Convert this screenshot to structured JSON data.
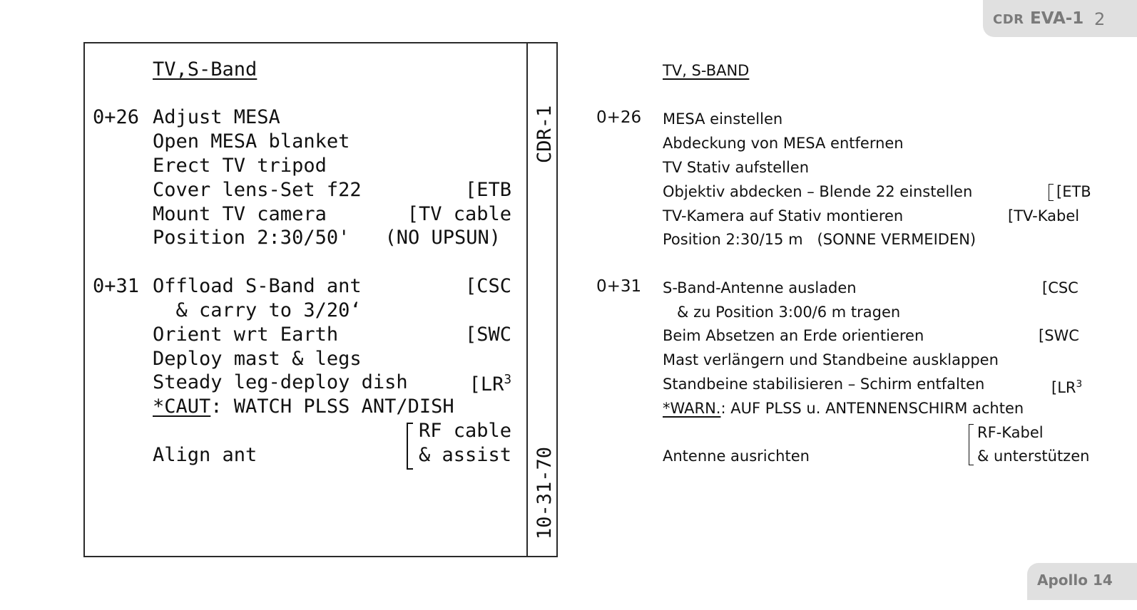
{
  "header": {
    "role": "CDR",
    "section": "EVA-1",
    "page": "2"
  },
  "footer": {
    "mission": "Apollo 14"
  },
  "cuff": {
    "title": "TV,S-Band",
    "side_top": "CDR-1",
    "side_bottom": "10-31-70",
    "blocks": [
      {
        "time": "0+26",
        "lines": [
          {
            "text": "Adjust MESA",
            "note": ""
          },
          {
            "text": "Open MESA blanket",
            "note": ""
          },
          {
            "text": "Erect TV tripod",
            "note": ""
          },
          {
            "text": "Cover lens-Set f22",
            "note": "[ETB"
          },
          {
            "text": "Mount TV camera",
            "note": "[TV cable"
          },
          {
            "text": "Position 2:30/50'",
            "note": "(NO UPSUN)"
          }
        ]
      },
      {
        "time": "0+31",
        "lines": [
          {
            "text": "Offload S-Band ant",
            "note": "[CSC"
          },
          {
            "text": "  & carry to 3/20‘",
            "note": ""
          },
          {
            "text": "Orient wrt Earth",
            "note": "[SWC"
          },
          {
            "text": "Deploy mast & legs",
            "note": ""
          },
          {
            "text": "Steady leg-deploy dish",
            "note": "[LR",
            "note_sup": "3"
          },
          {
            "text_u": "*CAUT",
            "text": ": WATCH PLSS ANT/DISH",
            "note": ""
          },
          {
            "text": "",
            "note": "RF cable"
          },
          {
            "text": "Align ant",
            "note": "& assist"
          }
        ]
      }
    ]
  },
  "german": {
    "title": "TV, S-BAND",
    "blocks": [
      {
        "time": "0+26",
        "lines": [
          {
            "text": "MESA einstellen",
            "note": ""
          },
          {
            "text": "Abdeckung von MESA entfernen",
            "note": ""
          },
          {
            "text": "TV Stativ aufstellen",
            "note": ""
          },
          {
            "text": "Objektiv abdecken – Blende 22 einstellen",
            "note": "[ETB"
          },
          {
            "text": "TV-Kamera auf Stativ montieren",
            "note": "[TV-Kabel"
          },
          {
            "text": "Position 2:30/15 m   (SONNE VERMEIDEN)",
            "note": ""
          }
        ]
      },
      {
        "time": "0+31",
        "lines": [
          {
            "text": "S-Band-Antenne ausladen",
            "note": "[CSC"
          },
          {
            "text": "   & zu Position 3:00/6 m tragen",
            "note": ""
          },
          {
            "text": "Beim Absetzen an Erde orientieren",
            "note": "[SWC"
          },
          {
            "text": "Mast verlängern und Standbeine ausklappen",
            "note": ""
          },
          {
            "text": "Standbeine stabilisieren – Schirm entfalten",
            "note": "[LR",
            "note_sup": "3"
          },
          {
            "text_u": "*WARN.",
            "text": ": AUF PLSS u. ANTENNENSCHIRM achten",
            "note": ""
          },
          {
            "text": "",
            "note": "RF-Kabel"
          },
          {
            "text": "Antenne ausrichten",
            "note": "& unterstützen"
          }
        ]
      }
    ]
  }
}
